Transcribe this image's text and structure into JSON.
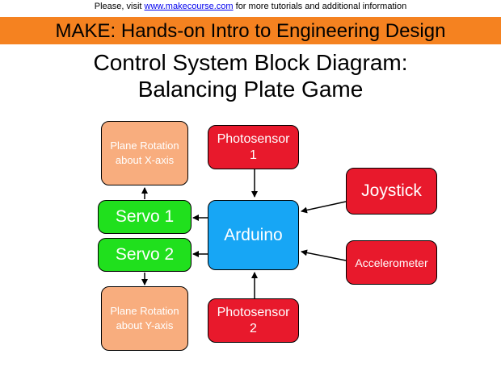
{
  "notice": {
    "prefix": "Please, visit ",
    "link": "www.makecourse.com",
    "suffix": " for more tutorials and additional information"
  },
  "banner": "MAKE: Hands-on Intro to Engineering Design",
  "title_line1": "Control System Block Diagram:",
  "title_line2": "Balancing Plate Game",
  "blocks": {
    "plane_x": "Plane Rotation about X-axis",
    "photosensor1": "Photosensor 1",
    "joystick": "Joystick",
    "servo1": "Servo 1",
    "arduino": "Arduino",
    "servo2": "Servo 2",
    "accelerometer": "Accelerometer",
    "plane_y": "Plane Rotation about Y-axis",
    "photosensor2": "Photosensor 2"
  },
  "colors": {
    "banner": "#f58220",
    "plane": "#f8ad7e",
    "sensor": "#e8192c",
    "servo": "#20e01d",
    "controller": "#17a6f5"
  }
}
